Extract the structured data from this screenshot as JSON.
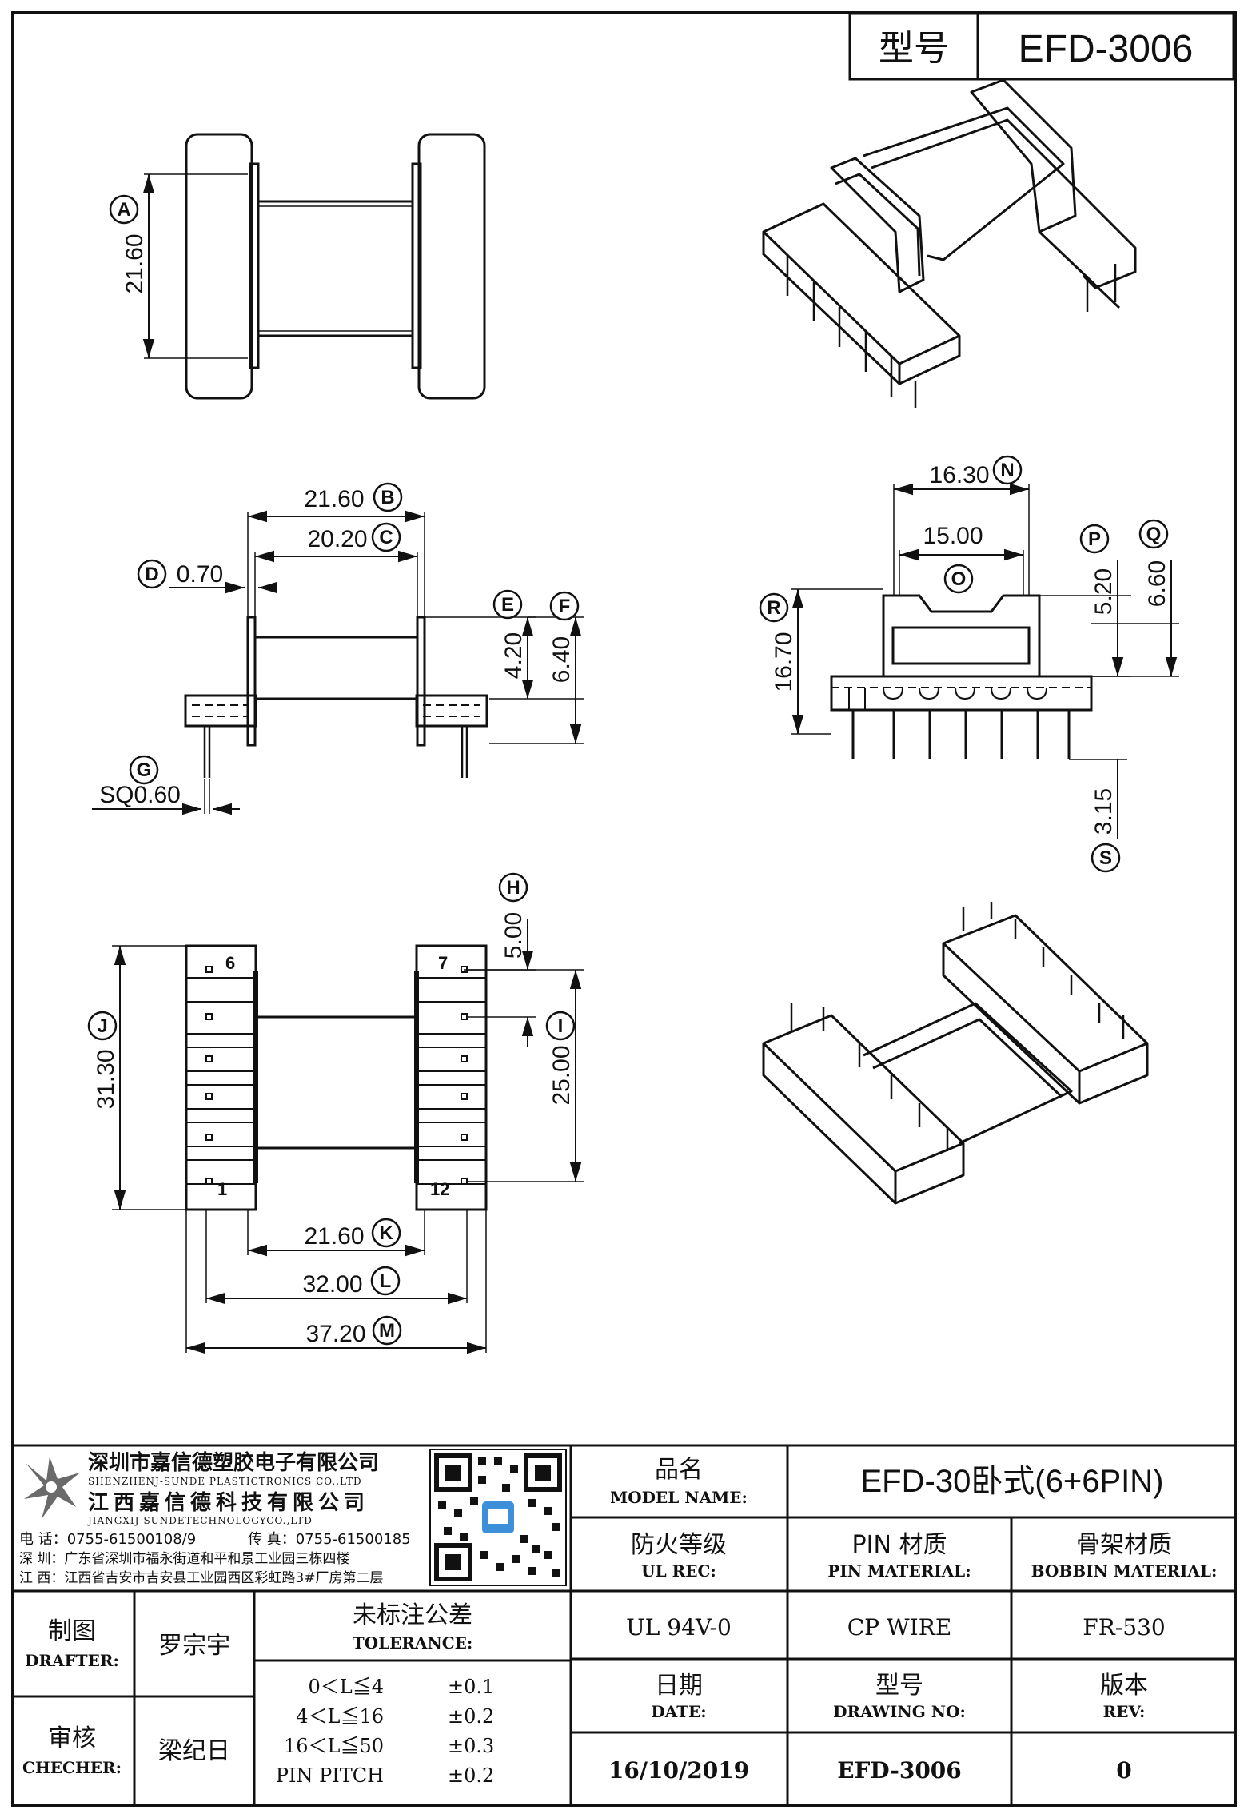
{
  "header": {
    "model_label": "型号",
    "model_value": "EFD-3006"
  },
  "dimensions": {
    "A": {
      "letter": "A",
      "value": "21.60"
    },
    "B": {
      "letter": "B",
      "value": "21.60"
    },
    "C": {
      "letter": "C",
      "value": "20.20"
    },
    "D": {
      "letter": "D",
      "value": "0.70"
    },
    "E": {
      "letter": "E",
      "value": "4.20"
    },
    "F": {
      "letter": "F",
      "value": "6.40"
    },
    "G": {
      "letter": "G",
      "value": "SQ0.60"
    },
    "H": {
      "letter": "H",
      "value": "5.00"
    },
    "I": {
      "letter": "I",
      "value": "25.00"
    },
    "J": {
      "letter": "J",
      "value": "31.30"
    },
    "K": {
      "letter": "K",
      "value": "21.60"
    },
    "L": {
      "letter": "L",
      "value": "32.00"
    },
    "M": {
      "letter": "M",
      "value": "37.20"
    },
    "N": {
      "letter": "N",
      "value": "16.30"
    },
    "O": {
      "letter": "O",
      "value": "15.00"
    },
    "P": {
      "letter": "P",
      "value": "5.20"
    },
    "Q": {
      "letter": "Q",
      "value": "6.60"
    },
    "R": {
      "letter": "R",
      "value": "16.70"
    },
    "S": {
      "letter": "S",
      "value": "3.15"
    }
  },
  "pins": {
    "p1": "1",
    "p6": "6",
    "p7": "7",
    "p12": "12"
  },
  "company": {
    "name_cn_1": "深圳市嘉信德塑胶电子有限公司",
    "name_en_1": "SHENZHENJ-SUNDE PLASTICTRONICS CO.,LTD",
    "name_cn_2": "江西嘉信德科技有限公司",
    "name_en_2": "JIANGXIJ-SUNDETECHNOLOGYCO.,LTD",
    "phone": "电  话：0755-61500108/9",
    "fax": "传  真：0755-61500185",
    "addr_sz": "深  圳：广东省深圳市福永街道和平和景工业园三栋四楼",
    "addr_jx": "江  西：江西省吉安市吉安县工业园西区彩虹路3#厂房第二层"
  },
  "title_block": {
    "model_name_cn": "品名",
    "model_name_en": "MODEL NAME:",
    "model_name_value": "EFD-30卧式(6+6PIN)",
    "ul_cn": "防火等级",
    "ul_en": "UL REC:",
    "ul_value": "UL 94V-0",
    "pin_cn": "PIN 材质",
    "pin_en": "PIN MATERIAL:",
    "pin_value": "CP WIRE",
    "bobbin_cn": "骨架材质",
    "bobbin_en": "BOBBIN MATERIAL:",
    "bobbin_value": "FR-530",
    "drafter_cn": "制图",
    "drafter_en": "DRAFTER:",
    "drafter_value": "罗宗宇",
    "checker_cn": "审核",
    "checker_en": "CHECHER:",
    "checker_value": "梁纪日",
    "tolerance_cn": "未标注公差",
    "tolerance_en": "TOLERANCE:",
    "tolerances": [
      {
        "range": "0＜L≦4",
        "value": "±0.1"
      },
      {
        "range": "4＜L≦16",
        "value": "±0.2"
      },
      {
        "range": "16＜L≦50",
        "value": "±0.3"
      },
      {
        "range": "PIN PITCH",
        "value": "±0.2"
      }
    ],
    "date_cn": "日期",
    "date_en": "DATE:",
    "date_value": "16/10/2019",
    "drawing_cn": "型号",
    "drawing_en": "DRAWING NO:",
    "drawing_value": "EFD-3006",
    "rev_cn": "版本",
    "rev_en": "REV:",
    "rev_value": "0"
  }
}
